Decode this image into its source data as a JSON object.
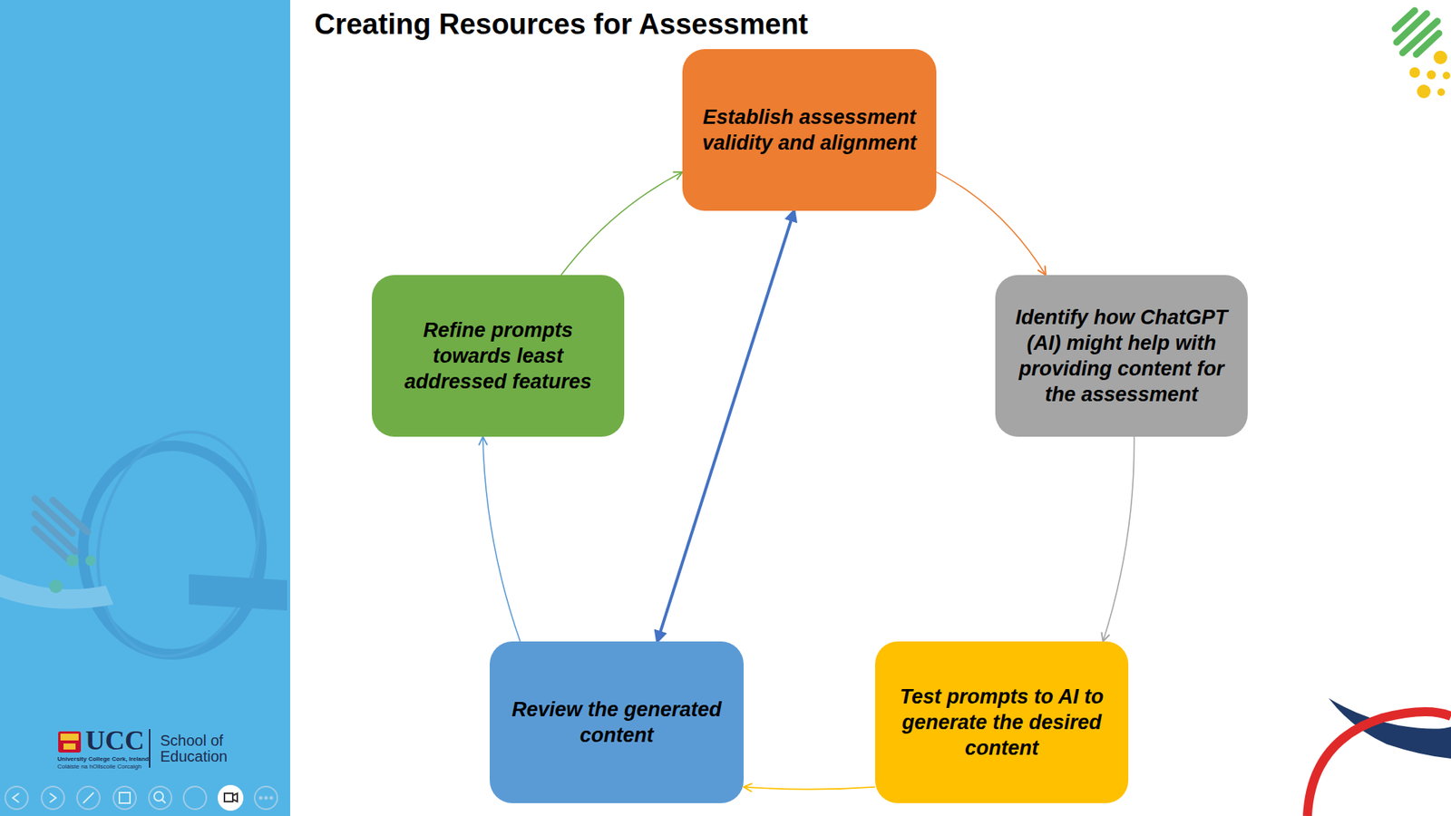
{
  "diagram": {
    "title": "Creating Resources for Assessment",
    "nodes": [
      {
        "text": [
          "Establish assessment validity and alignment"
        ]
      },
      {
        "text": [
          "Identify how ChatGPT (AI) might help with providing content for the assessment"
        ]
      },
      {
        "text": [
          "Test prompts to AI to generate the desired content"
        ]
      },
      {
        "text": [
          "Review the generated content"
        ]
      },
      {
        "text": [
          "Refine prompts towards least addressed features"
        ]
      }
    ],
    "edges": [
      {
        "from": 0,
        "to": 1,
        "arrow": "to"
      },
      {
        "from": 1,
        "to": 2,
        "arrow": "to"
      },
      {
        "from": 2,
        "to": 3,
        "arrow": "to"
      },
      {
        "from": 3,
        "to": 4,
        "arrow": "to"
      },
      {
        "from": 4,
        "to": 0,
        "arrow": "to"
      },
      {
        "from": 0,
        "to": 3,
        "arrow": "both"
      }
    ],
    "labels": [
      "UCC",
      "University College Cork, Ireland",
      "Coláiste na hOllscoile Corcaigh",
      "School of",
      "Education"
    ]
  }
}
